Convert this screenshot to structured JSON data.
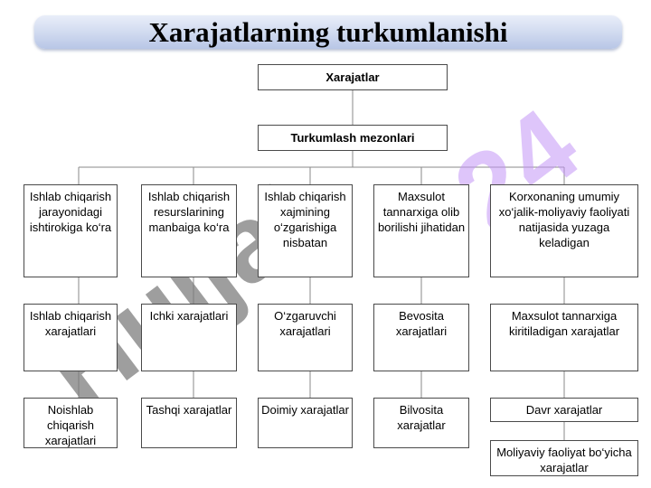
{
  "title": "Xarajatlarning turkumlanishi",
  "root": "Xarajatlar",
  "criteria": "Turkumlash mezonlari",
  "columns": [
    {
      "criterion": "Ishlab chiqarish jarayonidagi ishtirokiga ko‘ra",
      "items": [
        "Ishlab chiqarish xarajatlari",
        "Noishlab chiqarish xarajatlari"
      ]
    },
    {
      "criterion": "Ishlab chiqarish resurslarining manbaiga ko‘ra",
      "items": [
        "Ichki xarajatlari",
        "Tashqi xarajatlar"
      ]
    },
    {
      "criterion": "Ishlab chiqarish xajmining o‘zgarishiga nisbatan",
      "items": [
        "O‘zgaruvchi xarajatlari",
        "Doimiy xarajatlar"
      ]
    },
    {
      "criterion": "Maxsulot tannarxiga olib borilishi jihatidan",
      "items": [
        "Bevosita xarajatlari",
        "Bilvosita xarajatlar"
      ]
    },
    {
      "criterion": "Korxonaning umumiy xo‘jalik-moliyaviy faoliyati natijasida yuzaga keladigan",
      "items": [
        "Maxsulot tannarxiga kiritiladigan xarajatlar",
        "Davr xarajatlar",
        "Moliyaviy faoliyat bo‘yicha xarajatlar"
      ]
    }
  ],
  "watermarks": [
    "Hujjat",
    "24"
  ],
  "colors": {
    "title_bar": "#cfd9ef",
    "border": "#4a4a4a",
    "watermark_gray": "#787878",
    "watermark_purple": "#c396f5"
  }
}
